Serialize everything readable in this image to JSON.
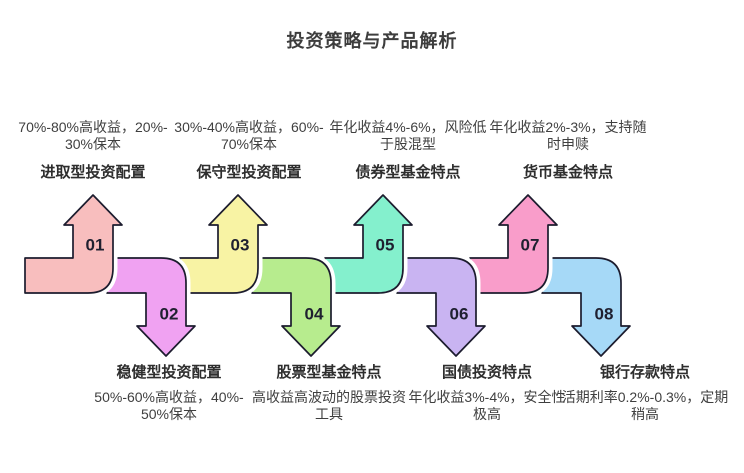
{
  "title": "投资策略与产品解析",
  "colors": {
    "background": "#ffffff",
    "outline": "#1c1c2e",
    "halo": "#ffffff",
    "number_text": "#1f2030",
    "title_text": "#3d3d3d",
    "label_text": "#2e2e2e",
    "desc_text": "#3f3f3f"
  },
  "steps": [
    {
      "number": "01",
      "direction": "up",
      "color": "#f8bebe",
      "label": "进取型投资配置",
      "description_lines": [
        "70%-80%高收益，20%-",
        "30%保本"
      ]
    },
    {
      "number": "02",
      "direction": "down",
      "color": "#f0a2f2",
      "label": "稳健型投资配置",
      "description_lines": [
        "50%-60%高收益，40%-",
        "50%保本"
      ]
    },
    {
      "number": "03",
      "direction": "up",
      "color": "#f8f3a4",
      "label": "保守型投资配置",
      "description_lines": [
        "30%-40%高收益，60%-",
        "70%保本"
      ]
    },
    {
      "number": "04",
      "direction": "down",
      "color": "#b7ec8e",
      "label": "股票型基金特点",
      "description_lines": [
        "高收益高波动的股票投资",
        "工具"
      ]
    },
    {
      "number": "05",
      "direction": "up",
      "color": "#84f0cd",
      "label": "债券型基金特点",
      "description_lines": [
        "年化收益4%-6%，风险低",
        "于股混型"
      ]
    },
    {
      "number": "06",
      "direction": "down",
      "color": "#c9b4f2",
      "label": "国债投资特点",
      "description_lines": [
        "年化收益3%-4%，安全性",
        "极高"
      ]
    },
    {
      "number": "07",
      "direction": "up",
      "color": "#f99dca",
      "label": "货币基金特点",
      "description_lines": [
        "年化收益2%-3%，支持随",
        "时申赎"
      ]
    },
    {
      "number": "08",
      "direction": "down",
      "color": "#a6d9f7",
      "label": "银行存款特点",
      "description_lines": [
        "活期利率0.2%-0.3%，定期",
        "稍高"
      ]
    }
  ]
}
